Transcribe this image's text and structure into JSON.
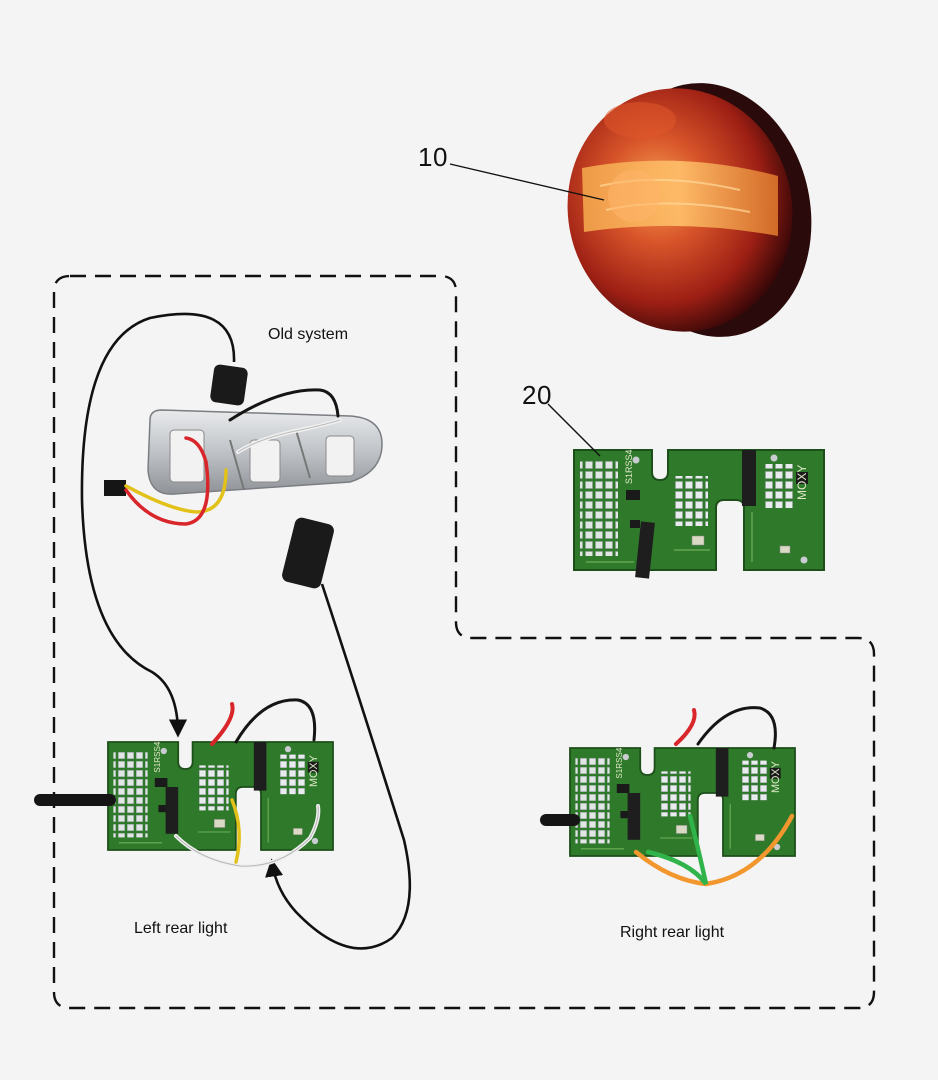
{
  "callouts": {
    "lamp_number": "10",
    "board_number": "20"
  },
  "captions": {
    "old_system": "Old system",
    "left_rear_light": "Left rear light",
    "right_rear_light": "Right rear light"
  },
  "board_silkscreen": {
    "brand": "MOXY",
    "code": "S1RSS4"
  },
  "colors": {
    "background": "#f4f4f4",
    "line": "#111111",
    "pcb_green": "#2f7a2a",
    "pcb_edge": "#1d4f1a",
    "led_white": "#e8ecee",
    "lamp_red": "#c7351c",
    "lamp_amber": "#f08a2a",
    "wire_red": "#d8262a",
    "wire_yellow": "#e2c21a",
    "wire_white": "#f0f0f0",
    "wire_black": "#151515",
    "wire_green": "#2fb34a",
    "wire_orange": "#f2962e",
    "metal": "#c9ccd0"
  }
}
